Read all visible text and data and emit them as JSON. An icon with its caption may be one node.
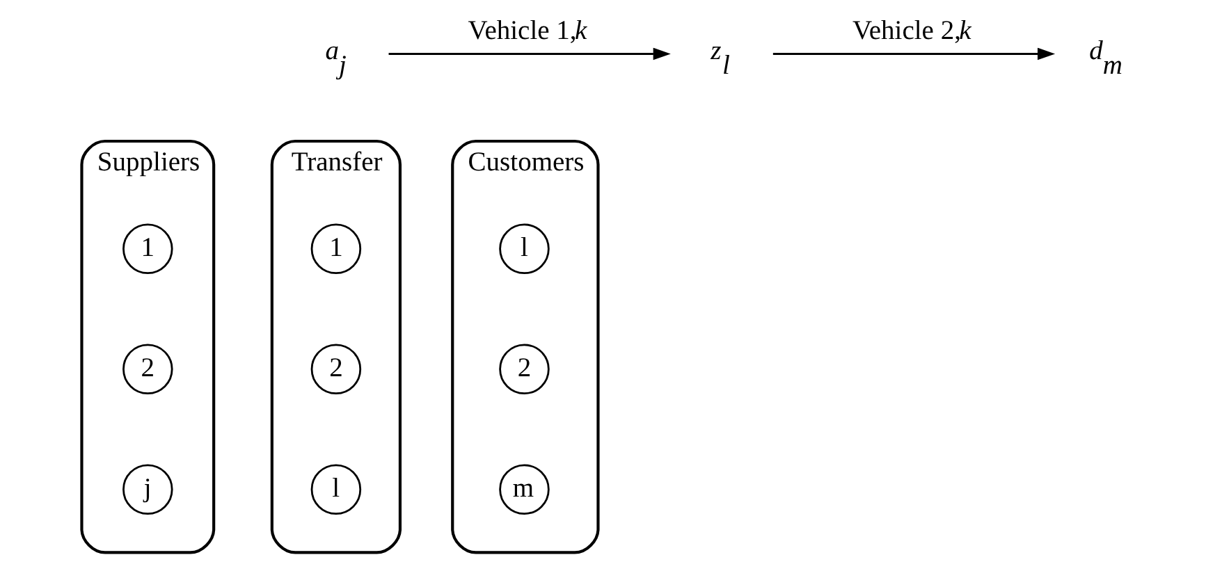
{
  "diagram": {
    "nodes": [
      {
        "text": [
          "*a*$_{j}$"
        ]
      },
      {
        "text": [
          "*z*$_{l}$"
        ]
      },
      {
        "text": [
          "*d*$_{m}$"
        ]
      },
      {
        "text": [
          "Suppliers"
        ]
      },
      {
        "text": [
          "1"
        ],
        "in": 3
      },
      {
        "text": [
          "2"
        ],
        "in": 3
      },
      {
        "text": [
          "j"
        ],
        "in": 3
      },
      {
        "text": [
          "Transfer"
        ]
      },
      {
        "text": [
          "1"
        ],
        "in": 7
      },
      {
        "text": [
          "2"
        ],
        "in": 7
      },
      {
        "text": [
          "l"
        ],
        "in": 7
      },
      {
        "text": [
          "Customers"
        ]
      },
      {
        "text": [
          "l"
        ],
        "in": 11
      },
      {
        "text": [
          "2"
        ],
        "in": 11
      },
      {
        "text": [
          "m"
        ],
        "in": 11
      }
    ],
    "edges": [
      {
        "from": 0,
        "to": 1,
        "arrow": "to",
        "label": "Vehicle 1,*k*"
      },
      {
        "from": 1,
        "to": 2,
        "arrow": "to",
        "label": "Vehicle 2,*k*"
      }
    ]
  }
}
